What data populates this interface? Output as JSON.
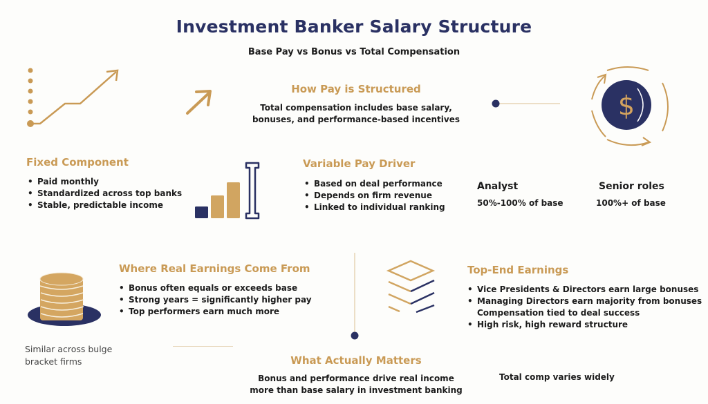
{
  "header": {
    "title": "Investment Banker Salary Structure",
    "subtitle": "Base Pay vs Bonus vs Total Compensation"
  },
  "colors": {
    "navy": "#2a3163",
    "gold": "#c99a55",
    "text": "#1c1c1c",
    "background": "#fdfdfb"
  },
  "icons": {
    "growth_chart": "growth-line-chart-icon",
    "arrow": "arrow-up-right-icon",
    "dollar_cycle": "dollar-coin-cycle-icon",
    "bar_chart": "bar-chart-icon",
    "coin_stack": "coin-stack-icon",
    "layers": "layers-stack-icon"
  },
  "how_pay": {
    "heading": "How Pay is Structured",
    "lines": [
      "Total compensation includes base salary,",
      "bonuses, and performance-based incentives"
    ]
  },
  "fixed": {
    "heading": "Fixed Component",
    "bullets": [
      "Paid monthly",
      "Standardized across top banks",
      "Stable, predictable income"
    ]
  },
  "variable": {
    "heading": "Variable Pay Driver",
    "bullets": [
      "Based on deal performance",
      "Depends on firm revenue",
      "Linked to individual ranking"
    ]
  },
  "bonus_ranges": [
    {
      "role": "Analyst",
      "range": "50%-100% of base"
    },
    {
      "role": "Senior roles",
      "range": "100%+ of base"
    }
  ],
  "real_earnings": {
    "heading": "Where Real Earnings Come From",
    "bullets": [
      "Bonus often equals or exceeds base",
      "Strong years = significantly higher pay",
      "Top performers earn much more"
    ]
  },
  "side_note": {
    "lines": [
      "Similar across bulge",
      "bracket firms"
    ]
  },
  "top_end": {
    "heading": "Top-End Earnings",
    "items": [
      {
        "text": "Vice Presidents & Directors earn large bonuses",
        "bullet": true
      },
      {
        "text": "Managing Directors earn majority from bonuses",
        "bullet": true
      },
      {
        "text": "Compensation tied to deal success",
        "bullet": false
      },
      {
        "text": "High risk, high reward structure",
        "bullet": true
      }
    ]
  },
  "matters": {
    "heading": "What Actually Matters",
    "lines": [
      "Bonus and performance drive real income",
      "more than base salary in investment banking"
    ]
  },
  "total_comp_note": "Total comp varies widely",
  "bullet_char": "•"
}
